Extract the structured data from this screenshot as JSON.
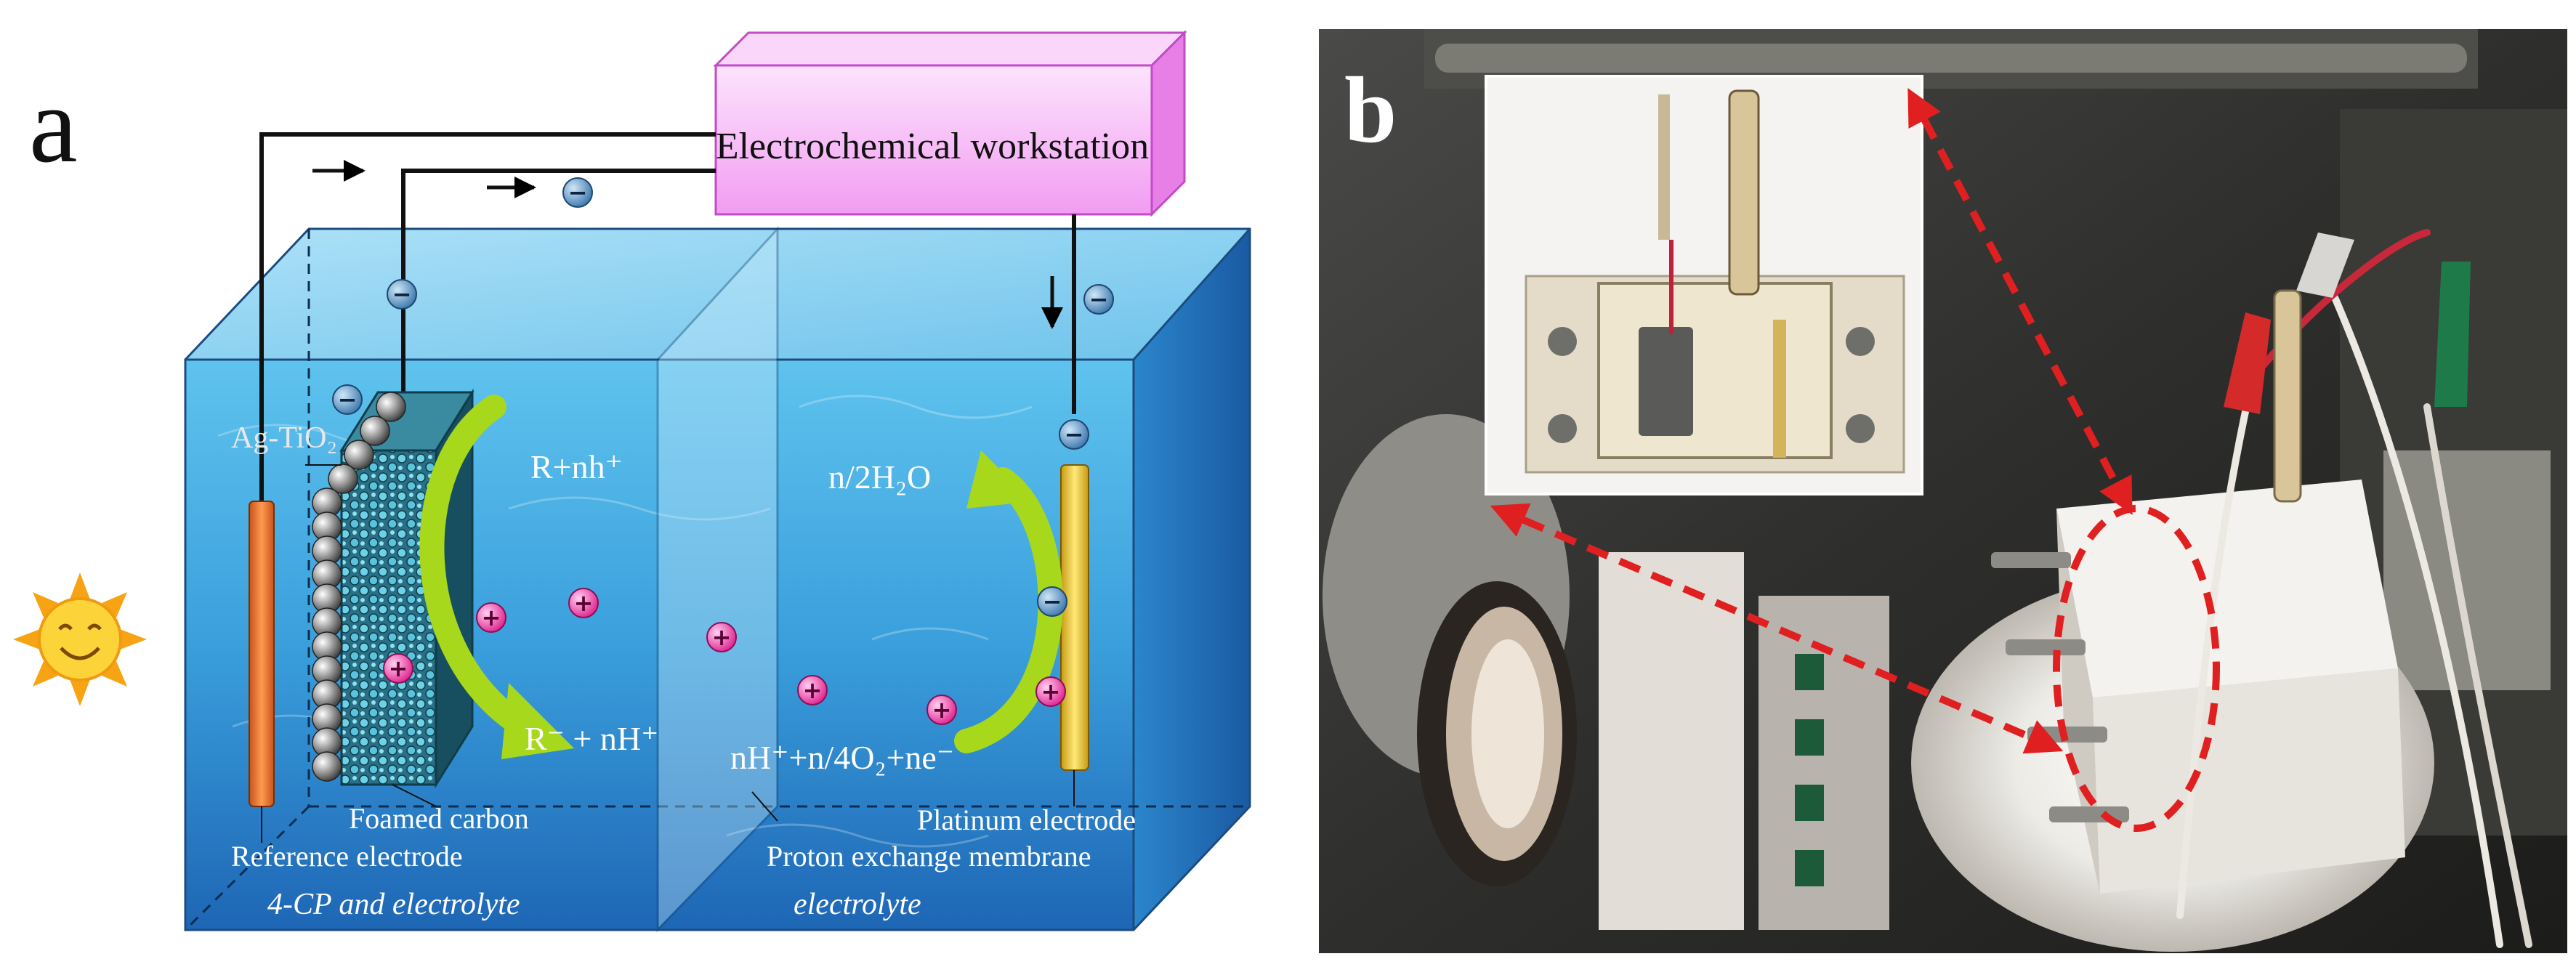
{
  "panel_a": {
    "letter": "a",
    "workstation": "Electrochemical workstation",
    "ag_tio2": "Ag-TiO₂",
    "r_nh": "R+nh⁺",
    "r_minus": "R⁻ + nH⁺",
    "water": "n/2H₂O",
    "reaction": "nH⁺+n/4O₂+ne⁻",
    "foamed_carbon": "Foamed carbon",
    "reference_electrode": "Reference electrode",
    "solution_left": "4-CP and electrolyte",
    "platinum_electrode": "Platinum electrode",
    "membrane": "Proton exchange membrane",
    "solution_right": "electrolyte",
    "minus_sign": "−",
    "plus_sign": "+",
    "icons": [
      "sun-icon",
      "arrow-right-icon",
      "arrow-down-icon",
      "curved-arrow-icon"
    ]
  },
  "panel_b": {
    "letter": "b"
  },
  "colors": {
    "tank_blue": "#2f8fd0",
    "workstation_pink": "#f6b3f6",
    "workstation_border": "#c24bc6",
    "reference_orange": "#ee7a2b",
    "platinum_yellow": "#f7d33a",
    "reaction_arrow": "#a7d81c",
    "dashed_red": "#e02020"
  }
}
